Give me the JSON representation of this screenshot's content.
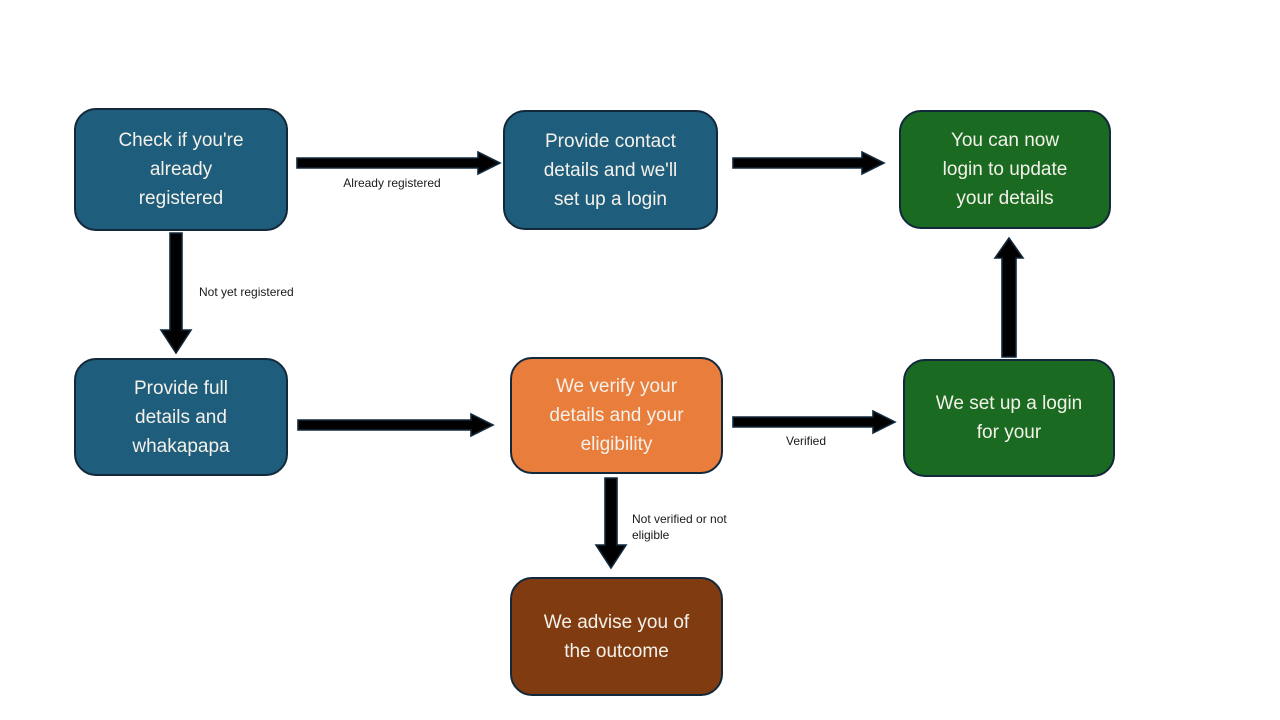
{
  "colors": {
    "teal": "#1F5D7C",
    "green": "#1A6B21",
    "orange": "#E97D3B",
    "brown": "#803C10",
    "outline": "#12293C",
    "box_text": "#F4F1EA",
    "label_text": "#1A1A1A",
    "background": "#FFFFFF"
  },
  "boxes": [
    {
      "id": "check-registered",
      "text": "Check if you're\nalready\nregistered",
      "color": "teal"
    },
    {
      "id": "provide-contact",
      "text": "Provide contact\ndetails and we'll\nset up a login",
      "color": "teal"
    },
    {
      "id": "login-update",
      "text": "You can now\nlogin to update\nyour details",
      "color": "green"
    },
    {
      "id": "provide-full",
      "text": "Provide full\ndetails and\nwhakapapa",
      "color": "teal"
    },
    {
      "id": "verify",
      "text": "We verify your\ndetails and your\neligibility",
      "color": "orange"
    },
    {
      "id": "setup-login",
      "text": "We set up a login\nfor your",
      "color": "green"
    },
    {
      "id": "advise-outcome",
      "text": "We advise you of\nthe outcome",
      "color": "brown"
    }
  ],
  "labels": [
    {
      "id": "already-registered",
      "text": "Already registered"
    },
    {
      "id": "not-yet-registered",
      "text": "Not yet registered"
    },
    {
      "id": "verified",
      "text": "Verified"
    },
    {
      "id": "not-verified",
      "text": "Not verified or not\neligible"
    }
  ]
}
